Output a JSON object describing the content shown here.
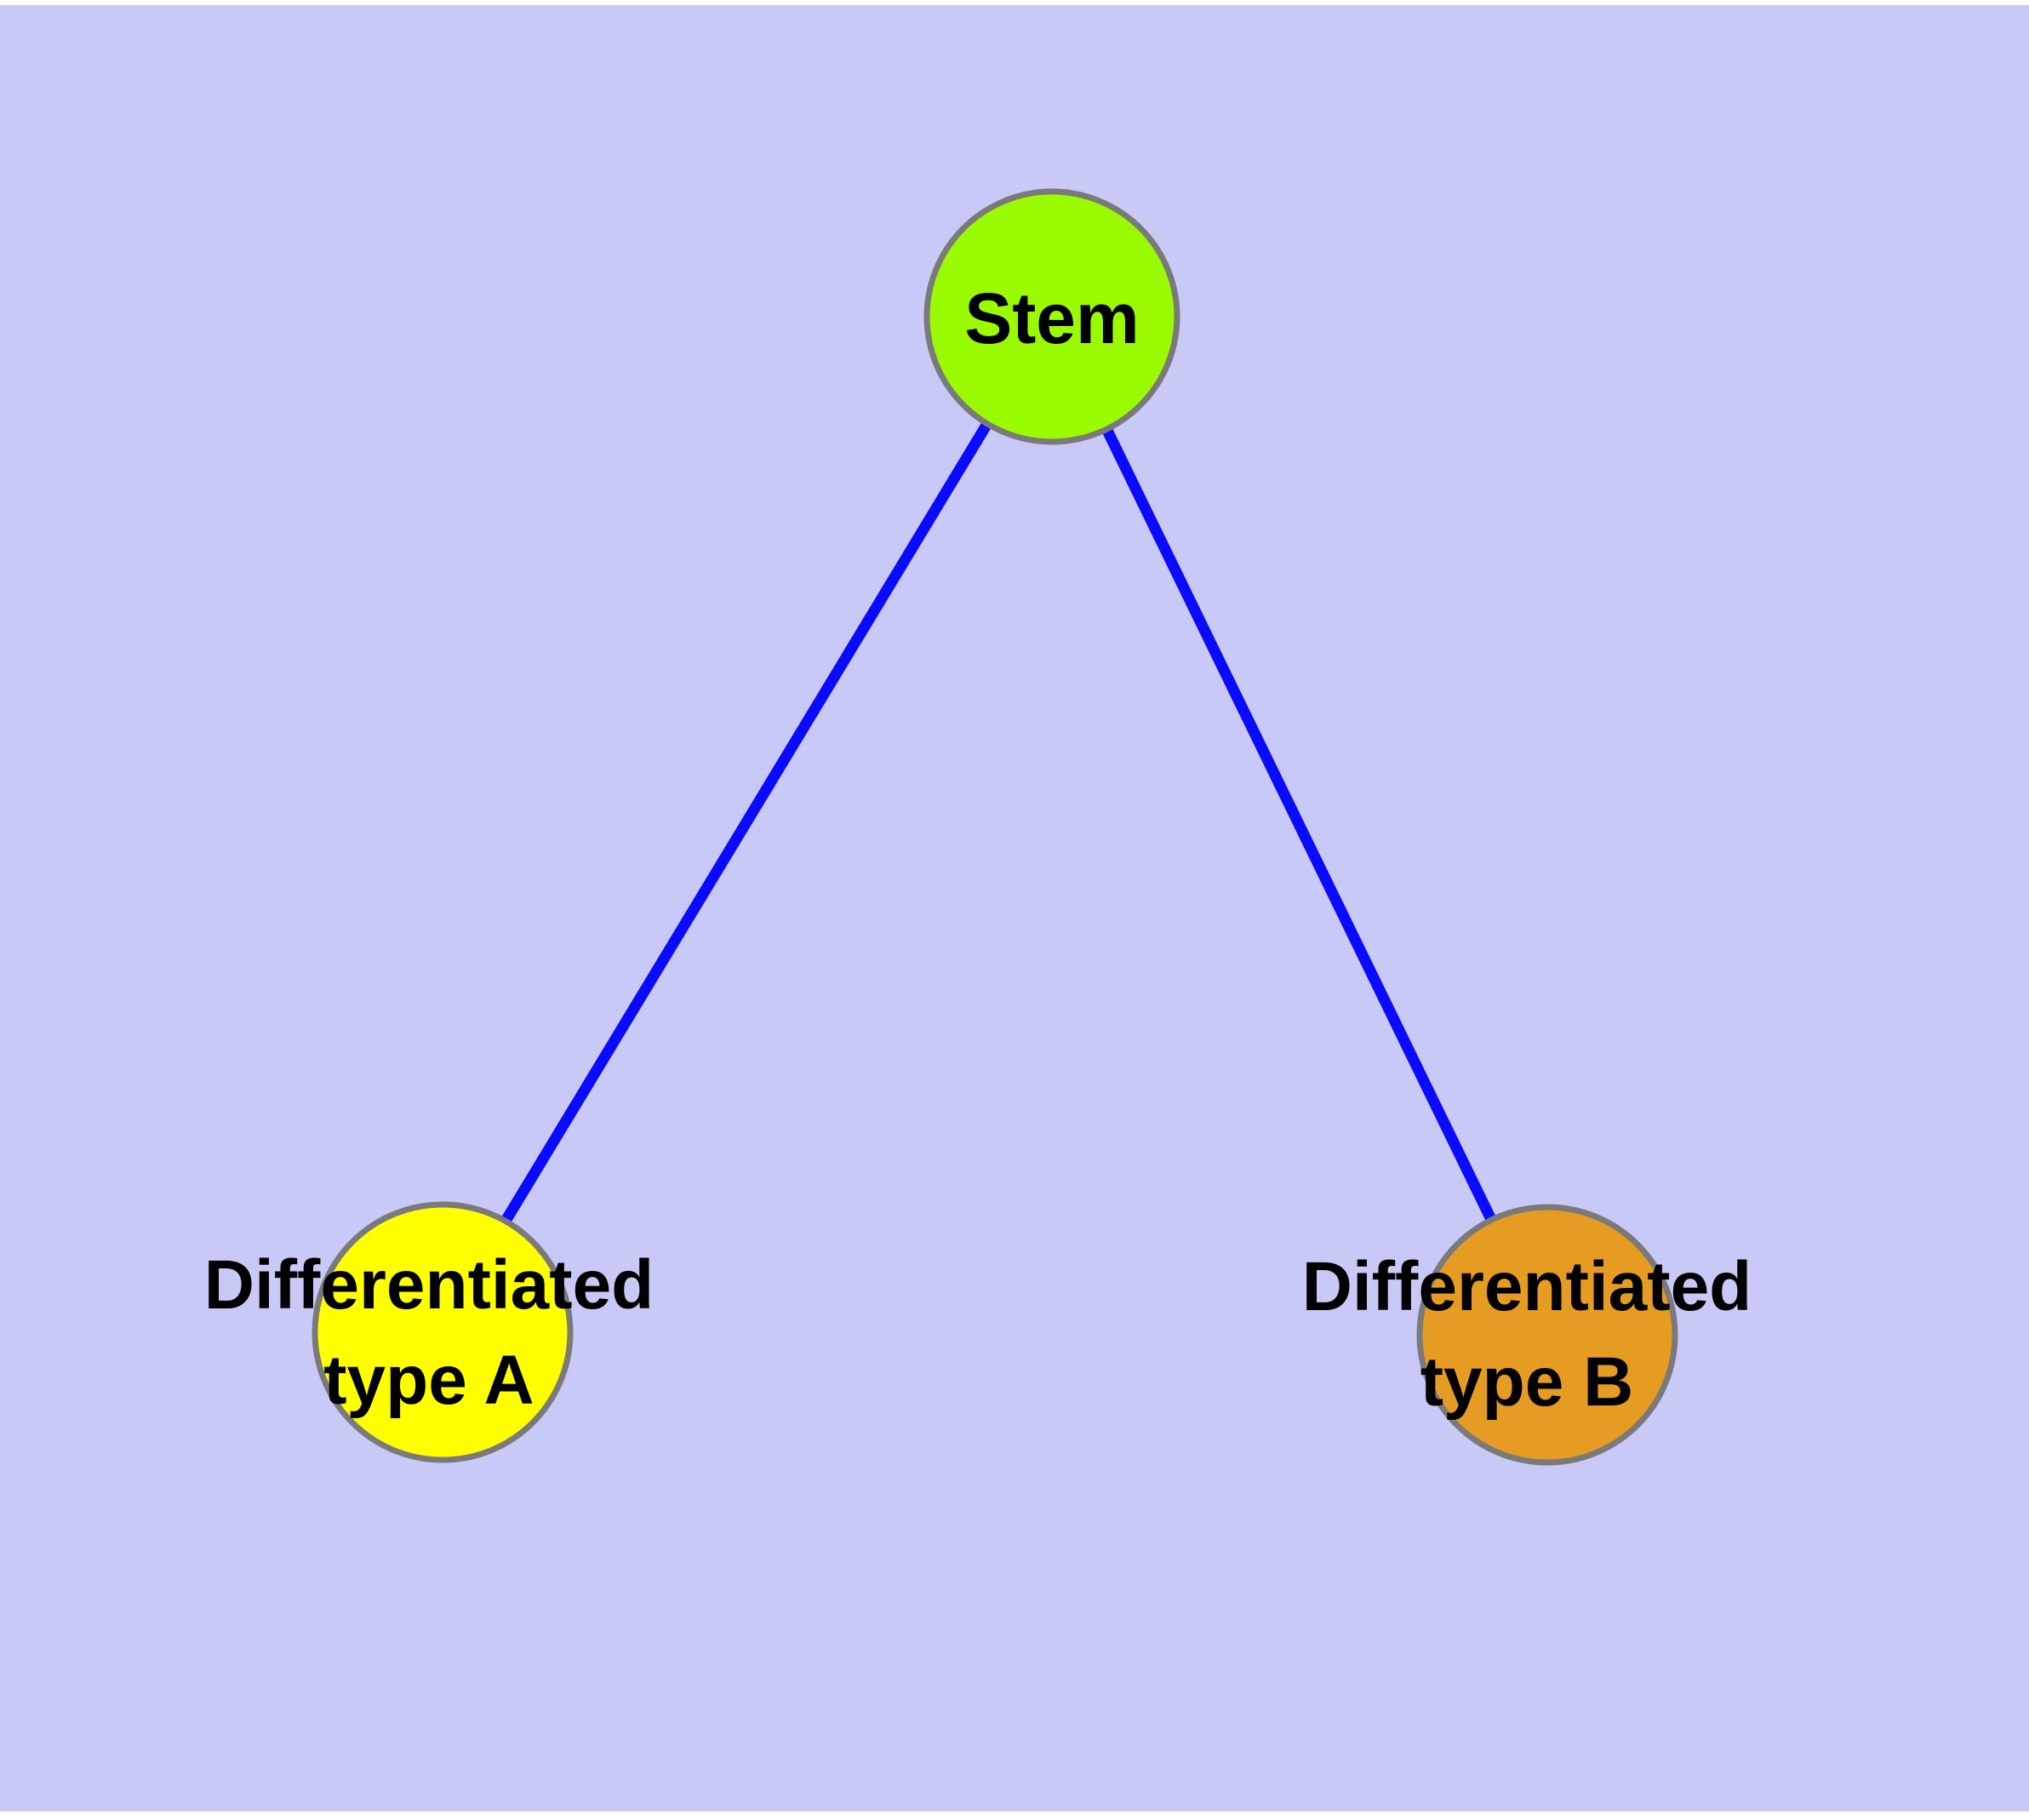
{
  "diagram": {
    "type": "node-edge-graph",
    "background_color": "#c9c9f7",
    "margin_color": "#ffffff",
    "edge_color": "#0a0aff",
    "node_border_color": "#7a7a7a",
    "text_color": "#000000",
    "nodes": [
      {
        "id": "stem",
        "label_lines": [
          "Stem"
        ],
        "fill": "#9afb00"
      },
      {
        "id": "differentiated-type-a",
        "label_lines": [
          "Differentiated",
          "type A"
        ],
        "fill": "#ffff00"
      },
      {
        "id": "differentiated-type-b",
        "label_lines": [
          "Differentiated",
          "type B"
        ],
        "fill": "#e69b23"
      }
    ],
    "edges": [
      {
        "from": "stem",
        "to": "differentiated-type-a"
      },
      {
        "from": "stem",
        "to": "differentiated-type-b"
      }
    ]
  }
}
